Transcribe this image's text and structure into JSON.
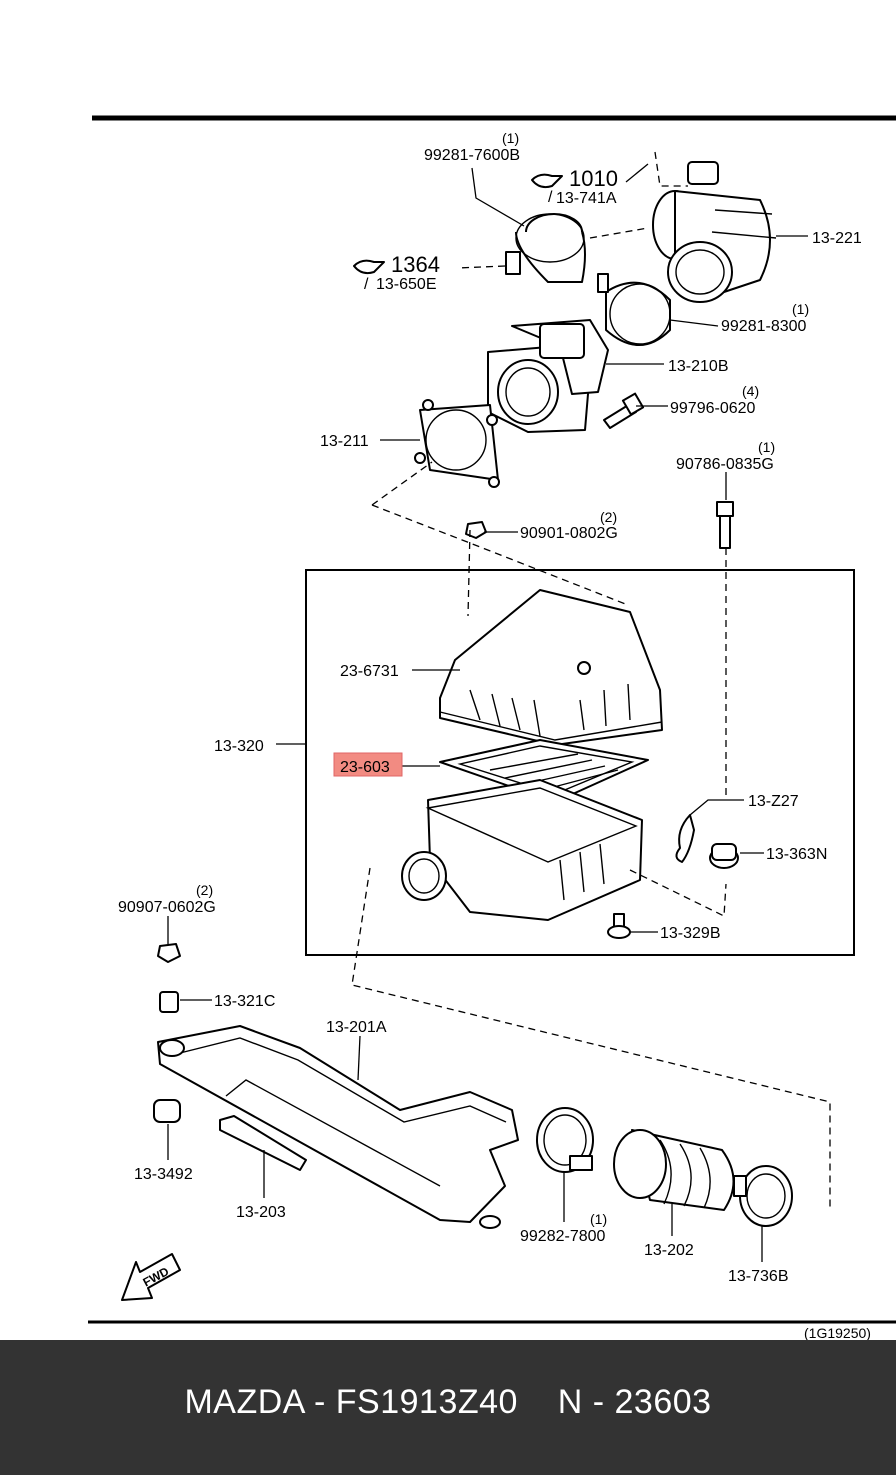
{
  "diagram": {
    "code": "(1G19250)",
    "highlight_color": "#f28b82",
    "fwd_label": "FWD",
    "parts": [
      {
        "id": "p-99281-7600b",
        "label": "99281-7600B",
        "qty": "(1)"
      },
      {
        "id": "p-1010",
        "label": "1010",
        "sub": "13-741A"
      },
      {
        "id": "p-13-221",
        "label": "13-221"
      },
      {
        "id": "p-1364",
        "label": "1364",
        "sub": "13-650E"
      },
      {
        "id": "p-99281-8300",
        "label": "99281-8300",
        "qty": "(1)"
      },
      {
        "id": "p-13-210b",
        "label": "13-210B"
      },
      {
        "id": "p-99796-0620",
        "label": "99796-0620",
        "qty": "(4)"
      },
      {
        "id": "p-13-211",
        "label": "13-211"
      },
      {
        "id": "p-90786-0835g",
        "label": "90786-0835G",
        "qty": "(1)"
      },
      {
        "id": "p-90901-0802g",
        "label": "90901-0802G",
        "qty": "(2)"
      },
      {
        "id": "p-23-6731",
        "label": "23-6731"
      },
      {
        "id": "p-13-320",
        "label": "13-320"
      },
      {
        "id": "p-23-603",
        "label": "23-603"
      },
      {
        "id": "p-13-z27",
        "label": "13-Z27"
      },
      {
        "id": "p-13-363n",
        "label": "13-363N"
      },
      {
        "id": "p-13-329b",
        "label": "13-329B"
      },
      {
        "id": "p-90907-0602g",
        "label": "90907-0602G",
        "qty": "(2)"
      },
      {
        "id": "p-13-321c",
        "label": "13-321C"
      },
      {
        "id": "p-13-201a",
        "label": "13-201A"
      },
      {
        "id": "p-13-3492",
        "label": "13-3492"
      },
      {
        "id": "p-13-203",
        "label": "13-203"
      },
      {
        "id": "p-99282-7800",
        "label": "99282-7800",
        "qty": "(1)"
      },
      {
        "id": "p-13-202",
        "label": "13-202"
      },
      {
        "id": "p-13-736b",
        "label": "13-736B"
      }
    ]
  },
  "footer": {
    "text": "MAZDA - FS1913Z40    N - 23603"
  }
}
